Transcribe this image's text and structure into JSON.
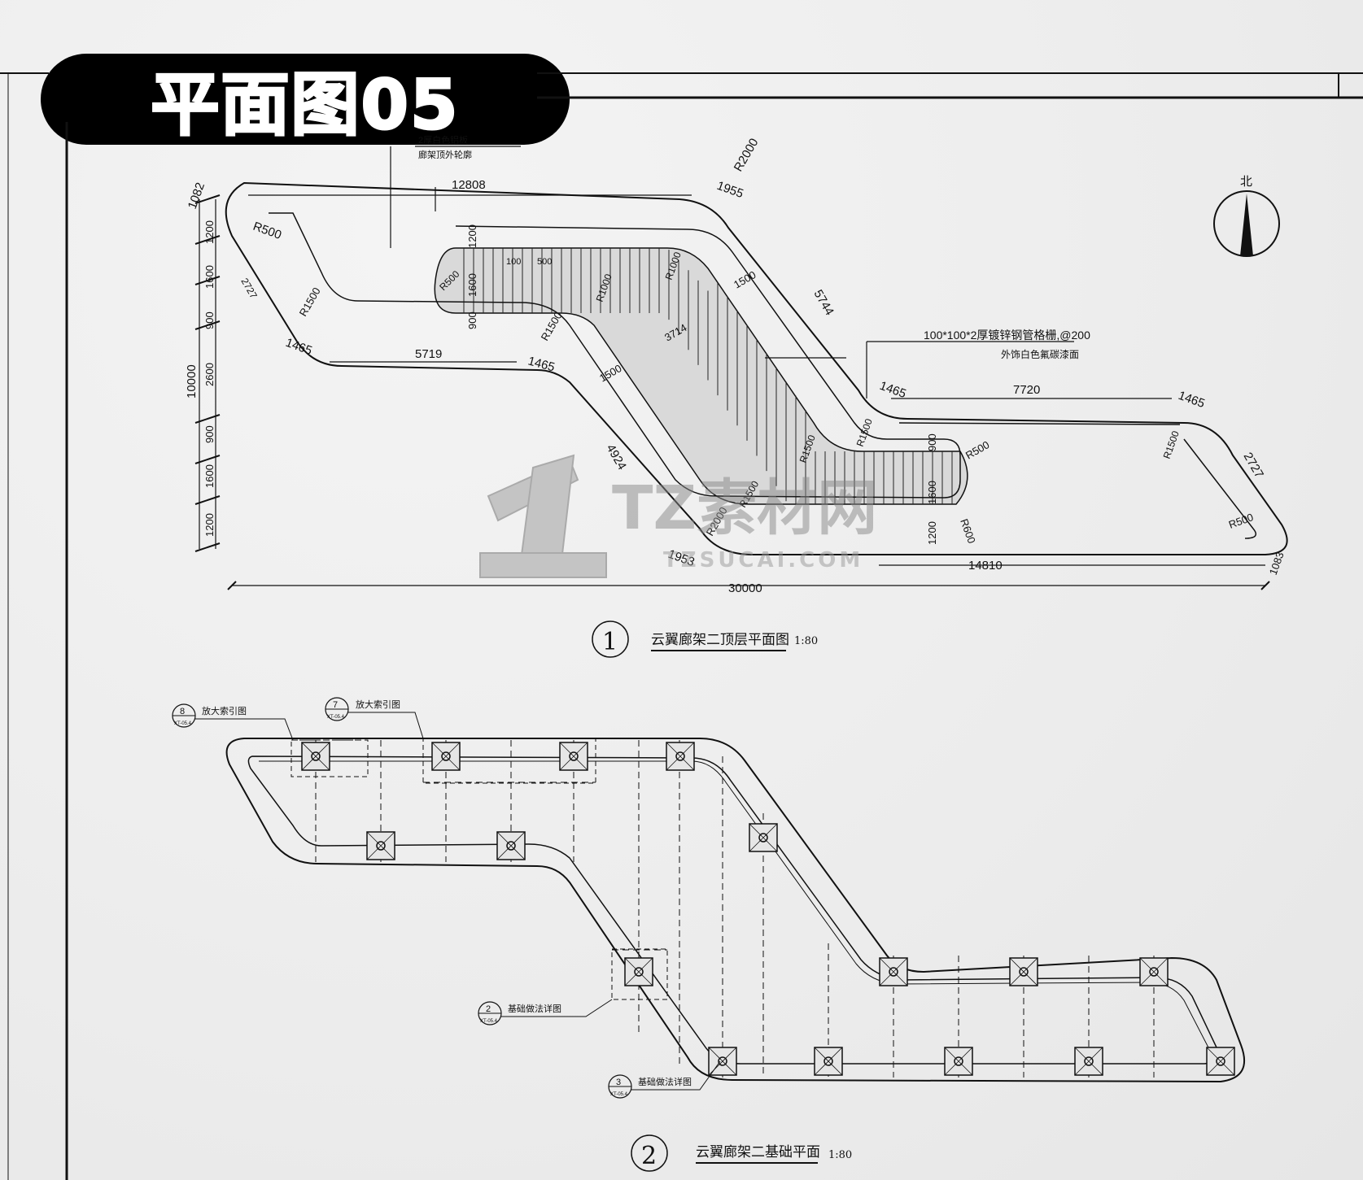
{
  "title": "平面图05",
  "plan1": {
    "caption_number": "1",
    "caption_text": "云翼廊架二顶层平面图",
    "caption_scale": "1:80",
    "dimensions": {
      "d12808": "12808",
      "d1955": "1955",
      "r2000_top": "R2000",
      "d1082": "1082",
      "r500_a": "R500",
      "d1200_a": "1200",
      "d1600_a": "1600",
      "d900_a": "900",
      "d2600": "2600",
      "d900_b": "900",
      "d1600_b": "1600",
      "d1200_b": "1200",
      "d10000": "10000",
      "d2727_a": "2727",
      "r1500_a": "R1500",
      "d1465_a": "1465",
      "d5719": "5719",
      "d1465_b": "1465",
      "r1500_b": "R1500",
      "d1200_c": "1200",
      "d1600_c": "1600",
      "d900_c": "900",
      "r500_b": "R500",
      "d100": "100",
      "d500": "500",
      "r1000_a": "R1000",
      "r1000_b": "R1000",
      "d1500_a": "1500",
      "d3714": "3714",
      "d1500_b": "1500",
      "d5744": "5744",
      "d4924": "4924",
      "r1500_c": "R1500",
      "r1500_d": "R1500",
      "r1500_e": "R1500",
      "r2000_b": "R2000",
      "d1953": "1953",
      "d30000": "30000",
      "d14810": "14810",
      "d1465_c": "1465",
      "d7720": "7720",
      "d1465_d": "1465",
      "r1500_f": "R1500",
      "d2727_b": "2727",
      "r500_c": "R500",
      "d1083": "1083",
      "d900_d": "900",
      "d1600_d": "1600",
      "d1200_d": "1200",
      "r500_d": "R500",
      "r600": "R600"
    },
    "notes": {
      "material": "100*100*2厚镀锌钢管格栅,@200",
      "finish": "外饰白色氟碳漆面",
      "top_a": "2厚白色铝板",
      "top_b": "廊架顶外轮廓"
    },
    "north": "北"
  },
  "plan2": {
    "caption_number": "2",
    "caption_text": "云翼廊架二基础平面",
    "caption_scale": "1:80",
    "callouts": [
      {
        "num": "8",
        "sheet": "XT-05.4",
        "text": "放大索引图"
      },
      {
        "num": "7",
        "sheet": "XT-05.4",
        "text": "放大索引图"
      },
      {
        "num": "2",
        "sheet": "XT-05.4",
        "text": "基础做法详图"
      },
      {
        "num": "3",
        "sheet": "XT-05.4",
        "text": "基础做法详图"
      }
    ]
  },
  "watermark": {
    "brand": "TZ素材网",
    "url": "TZSUCAI.COM"
  }
}
